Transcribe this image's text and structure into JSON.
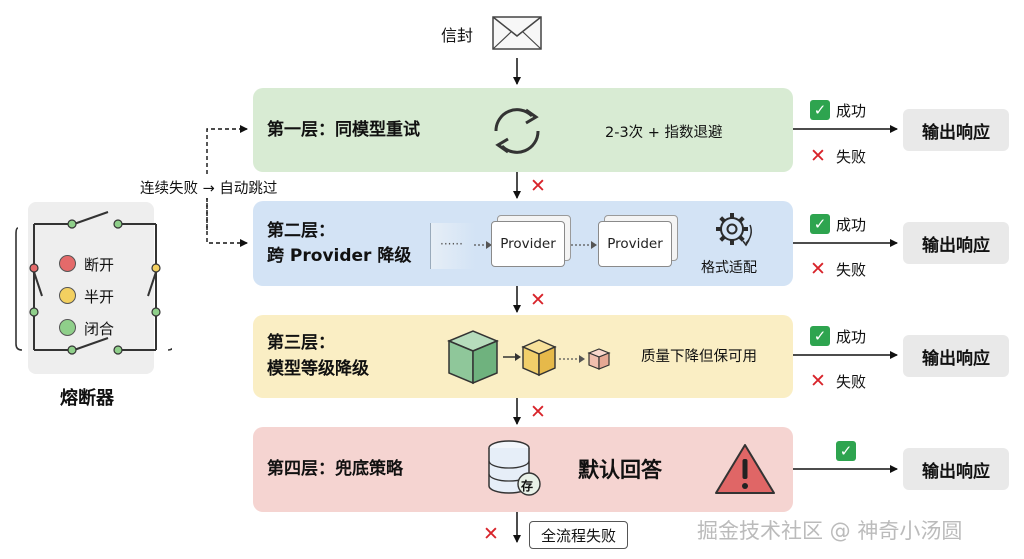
{
  "envelope": {
    "label": "信封"
  },
  "layers": [
    {
      "title_line1": "第一层：同模型重试",
      "title_line2": "",
      "note": "2-3次 + 指数退避",
      "color": "#d8ebd3"
    },
    {
      "title_line1": "第二层：",
      "title_line2": "跨 Provider 降级",
      "note": "格式适配",
      "color": "#d3e3f5",
      "provider_labels": [
        "Provider",
        "Provider"
      ],
      "dots": "······"
    },
    {
      "title_line1": "第三层：",
      "title_line2": "模型等级降级",
      "note": "质量下降但保可用",
      "color": "#faeec4"
    },
    {
      "title_line1": "第四层：兜底策略",
      "title_line2": "",
      "note": "默认回答",
      "storage_label": "存",
      "color": "#f5d4d1"
    }
  ],
  "outputs": [
    "输出响应",
    "输出响应",
    "输出响应",
    "输出响应"
  ],
  "status": {
    "success": "成功",
    "fail": "失败"
  },
  "skip_label": "连续失败 → 自动跳过",
  "breaker": {
    "title": "熔断器",
    "states": [
      {
        "label": "断开",
        "color": "#e46a6a"
      },
      {
        "label": "半开",
        "color": "#f3d060"
      },
      {
        "label": "闭合",
        "color": "#8fcf8a"
      }
    ]
  },
  "final_fail": "全流程失败",
  "watermark": "掘金技术社区 @ 神奇小汤圆"
}
